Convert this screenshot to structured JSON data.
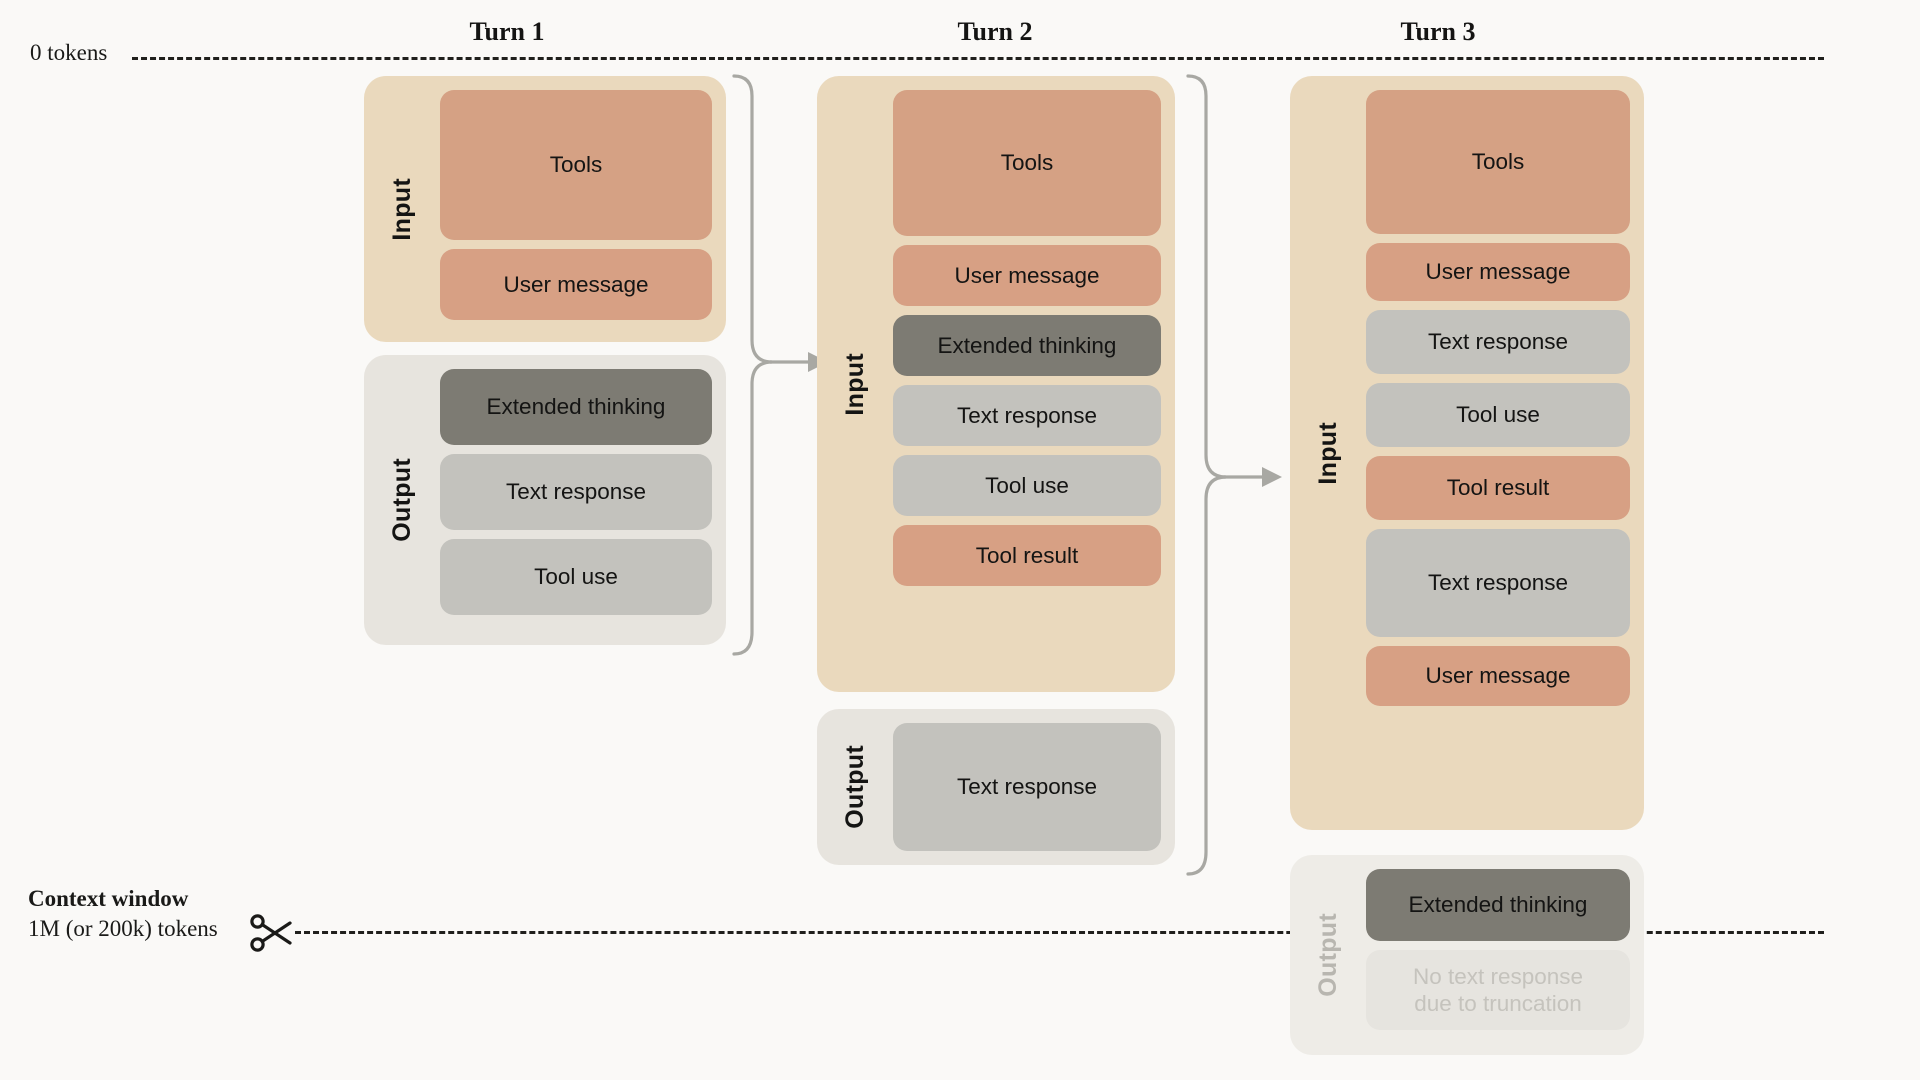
{
  "meta": {
    "top_axis_label": "0 tokens",
    "bottom_axis_title": "Context window",
    "bottom_axis_subtitle": "1M (or 200k) tokens",
    "scissors_icon": "scissors-icon",
    "background_color": "#faf9f7",
    "palette": {
      "input_container": "#ead9bd",
      "output_container": "#e7e4de",
      "truncated_container": "#eeece7",
      "orange_block": "#d7a084",
      "gray_block": "#c3c2bd",
      "dark_gray_block": "#7d7b73",
      "ghost_block": "#e6e4df",
      "ghost_text": "#c5c3bd",
      "rule": "#20201d",
      "connector": "#a8a8a3"
    }
  },
  "group_labels": {
    "input": "Input",
    "output": "Output"
  },
  "turns": [
    {
      "id": "turn-1",
      "title": "Turn 1",
      "groups": [
        {
          "kind": "input",
          "label": "Input",
          "blocks": [
            {
              "label": "Tools",
              "tone": "dark-orange"
            },
            {
              "label": "User message",
              "tone": "orange"
            }
          ]
        },
        {
          "kind": "output",
          "label": "Output",
          "blocks": [
            {
              "label": "Extended thinking",
              "tone": "dark-gray"
            },
            {
              "label": "Text response",
              "tone": "gray"
            },
            {
              "label": "Tool use",
              "tone": "gray"
            }
          ]
        }
      ]
    },
    {
      "id": "turn-2",
      "title": "Turn 2",
      "groups": [
        {
          "kind": "input",
          "label": "Input",
          "blocks": [
            {
              "label": "Tools",
              "tone": "dark-orange"
            },
            {
              "label": "User message",
              "tone": "orange"
            },
            {
              "label": "Extended thinking",
              "tone": "dark-gray"
            },
            {
              "label": "Text response",
              "tone": "gray"
            },
            {
              "label": "Tool use",
              "tone": "gray"
            },
            {
              "label": "Tool result",
              "tone": "orange"
            }
          ]
        },
        {
          "kind": "output",
          "label": "Output",
          "blocks": [
            {
              "label": "Text response",
              "tone": "gray"
            }
          ]
        }
      ]
    },
    {
      "id": "turn-3",
      "title": "Turn 3",
      "groups": [
        {
          "kind": "input",
          "label": "Input",
          "blocks": [
            {
              "label": "Tools",
              "tone": "dark-orange"
            },
            {
              "label": "User message",
              "tone": "orange"
            },
            {
              "label": "Text response",
              "tone": "gray"
            },
            {
              "label": "Tool use",
              "tone": "gray"
            },
            {
              "label": "Tool result",
              "tone": "orange"
            },
            {
              "label": "Text response",
              "tone": "gray"
            },
            {
              "label": "User message",
              "tone": "orange"
            }
          ]
        },
        {
          "kind": "truncated",
          "label": "Output",
          "blocks": [
            {
              "label": "Extended thinking",
              "tone": "dark-gray"
            },
            {
              "label": "No text response\ndue to truncation",
              "tone": "ghost"
            }
          ]
        }
      ]
    }
  ]
}
